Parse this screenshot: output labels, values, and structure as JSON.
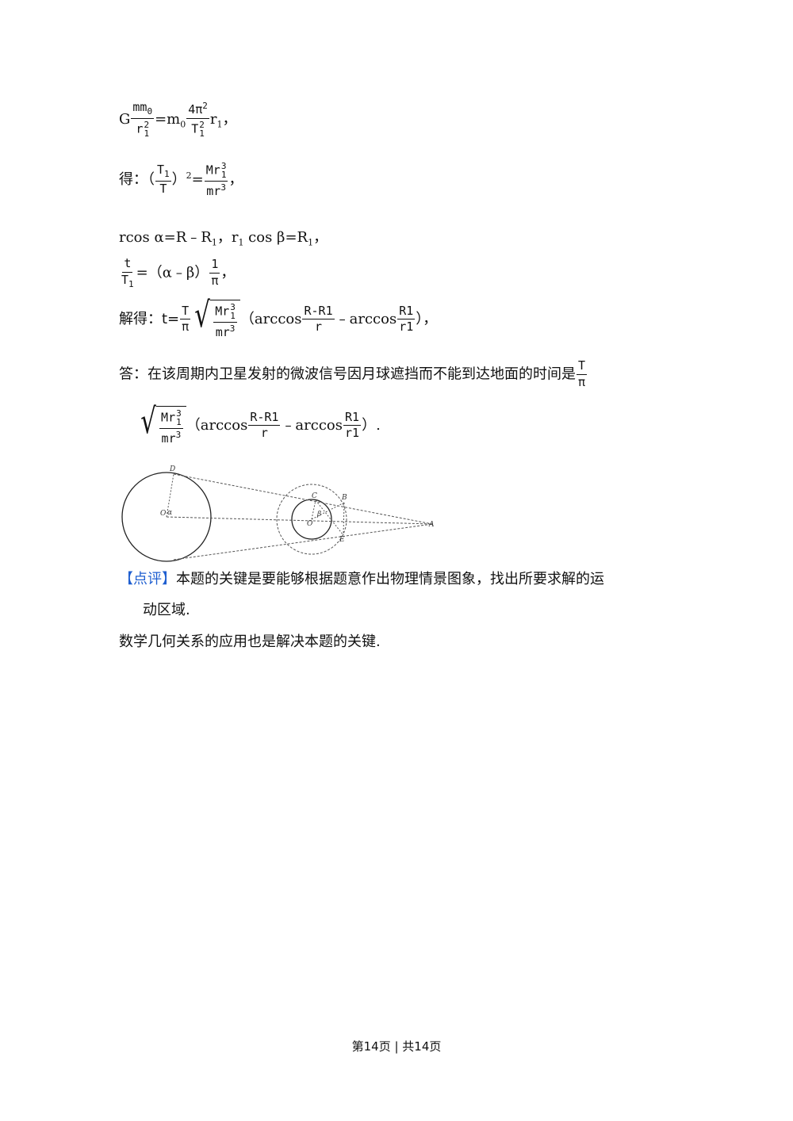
{
  "lines": {
    "l1": {
      "g": "G",
      "f1_num": "mm",
      "f1_num_sub": "0",
      "f1_den": "r",
      "f1_den_sup": "2",
      "f1_den_sub": "1",
      "eq": "=m",
      "eq_sub": "0",
      "f2_num": "4π",
      "f2_num_sup": "2",
      "f2_den": "T",
      "f2_den_sup": "2",
      "f2_den_sub": "1",
      "tail": "r",
      "tail_sub": "1",
      "end": "，"
    },
    "l2": {
      "prefix": "得：（",
      "f1_num": "T",
      "f1_num_sub": "1",
      "f1_den": "T",
      "mid": "）",
      "exp": "2",
      "eq": "=",
      "f2_num": "Mr",
      "f2_num_sup": "3",
      "f2_num_sub": "1",
      "f2_den": "mr",
      "f2_den_sup": "3",
      "end": "，"
    },
    "l3": {
      "text_a": "rcos α=R﹣R",
      "sub_a": "1",
      "text_b": "，r",
      "sub_b": "1",
      "text_c": " cos β=R",
      "sub_c": "1",
      "end": "，"
    },
    "l4": {
      "f1_num": "t",
      "f1_den": "T",
      "f1_den_sub": "1",
      "mid": "=（α﹣β）",
      "f2_num": "1",
      "f2_den": "π",
      "end": "，"
    },
    "l5": {
      "prefix": "解得：t=",
      "f1_num": "T",
      "f1_den": "π",
      "sq_num": "Mr",
      "sq_num_sup": "3",
      "sq_num_sub": "1",
      "sq_den": "mr",
      "sq_den_sup": "3",
      "p_open": "（arccos",
      "f3_num": "R-R1",
      "f3_den": "r",
      "minus": "﹣arccos",
      "f4_num": "R1",
      "f4_den": "r1",
      "end": "），"
    },
    "l6": {
      "text": "答：在该周期内卫星发射的微波信号因月球遮挡而不能到达地面的时间是",
      "f_num": "T",
      "f_den": "π"
    },
    "l7": {
      "sq_num": "Mr",
      "sq_num_sup": "3",
      "sq_num_sub": "1",
      "sq_den": "mr",
      "sq_den_sup": "3",
      "p_open": "（arccos",
      "f3_num": "R-R1",
      "f3_den": "r",
      "minus": "﹣arccos",
      "f4_num": "R1",
      "f4_den": "r1",
      "end": "）."
    },
    "comment": {
      "label": "【点评】",
      "text1": "本题的关键是要能够根据题意作出物理情景图象，找出所要求解的运",
      "text2": "动区域.",
      "text3": "数学几何关系的应用也是解决本题的关键."
    }
  },
  "figure": {
    "label_D": "D",
    "label_O": "O",
    "label_alpha": "α",
    "label_C": "C",
    "label_B": "B",
    "label_beta": "β",
    "label_O2": "O",
    "label_E": "E",
    "label_A": "A"
  },
  "footer": "第14页 | 共14页"
}
